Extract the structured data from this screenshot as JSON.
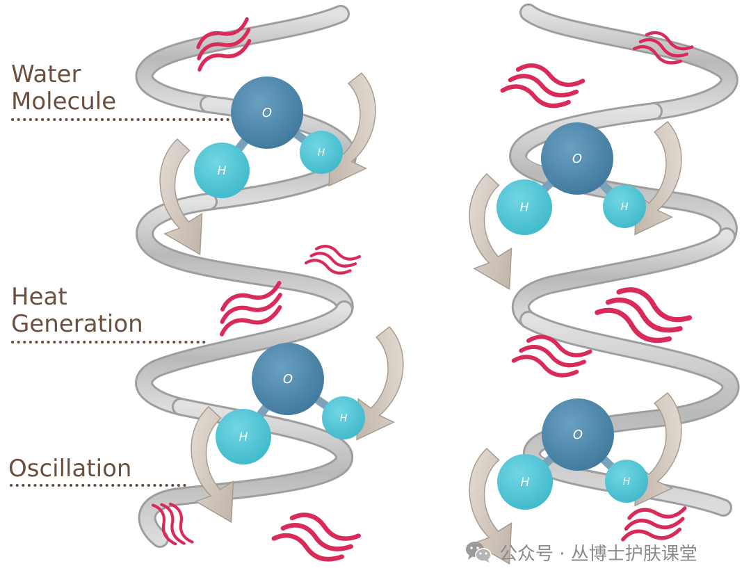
{
  "labels": {
    "water_molecule": [
      "Water",
      "Molecule"
    ],
    "heat_generation": [
      "Heat",
      "Generation"
    ],
    "oscillation": "Oscillation"
  },
  "atoms": {
    "oxygen": "O",
    "hydrogen": "H"
  },
  "watermark": {
    "icon": "wechat-icon",
    "text": "公众号 · 丛博士护肤课堂"
  },
  "colors": {
    "label_text": "#6b4f3f",
    "leader_dots": "#6b4f3f",
    "oxygen": "#4f88ab",
    "hydrogen": "#4fc6d6",
    "bond": "#7aa2b8",
    "ribbon": "#c9c9c9",
    "arrow": "#cdc2b8",
    "heat_wave": "#d92b5a",
    "watermark_text": "#8a8a8a"
  }
}
